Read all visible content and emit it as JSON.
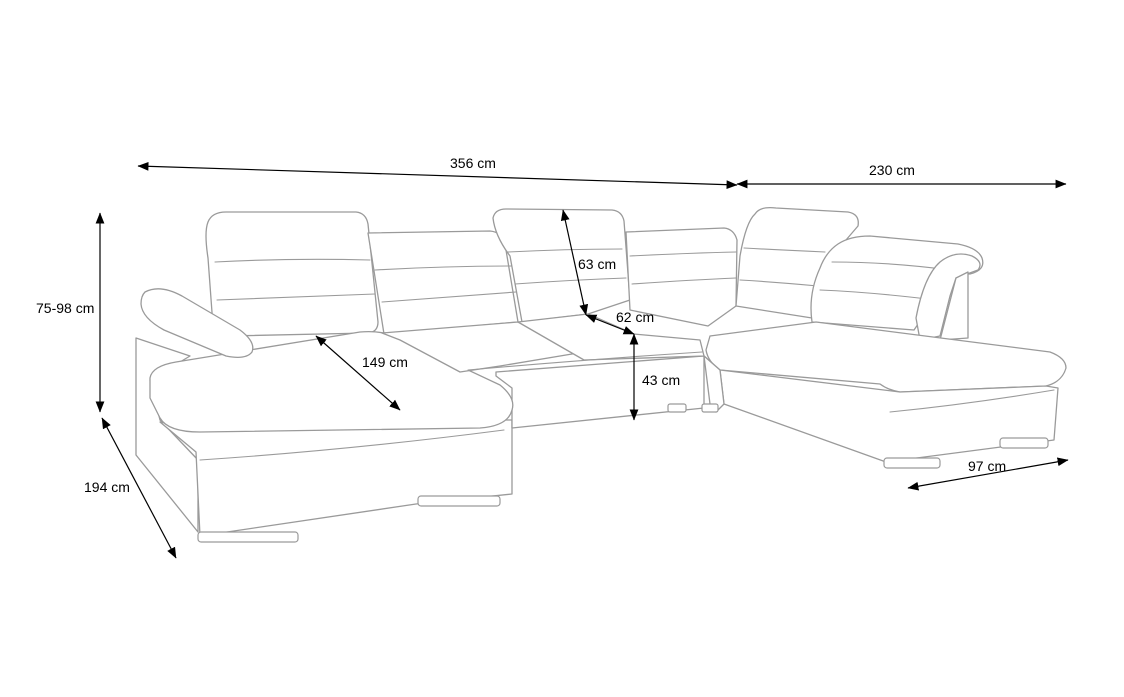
{
  "diagram": {
    "labels": {
      "total_width": "356 cm",
      "right_width": "230 cm",
      "height": "75-98 cm",
      "left_depth": "194 cm",
      "chaise_depth": "149 cm",
      "backrest_height": "63 cm",
      "seat_depth": "62 cm",
      "seat_height": "43 cm",
      "right_chaise_width": "97 cm"
    },
    "colors": {
      "outline": "#9a9a9a",
      "dimension": "#000000",
      "background": "#ffffff"
    }
  }
}
